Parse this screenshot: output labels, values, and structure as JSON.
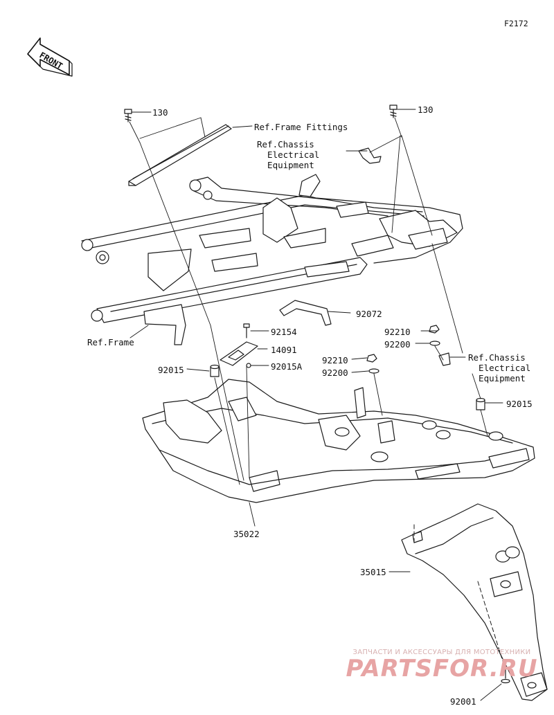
{
  "figure_code": "F2172",
  "front_label": "FRONT",
  "callouts": [
    {
      "id": "130-left",
      "text": "130"
    },
    {
      "id": "130-right",
      "text": "130"
    },
    {
      "id": "ref-frame-fittings",
      "text": "Ref.Frame Fittings"
    },
    {
      "id": "ref-chassis-top",
      "text": "Ref.Chassis\n  Electrical\n  Equipment"
    },
    {
      "id": "ref-frame",
      "text": "Ref.Frame"
    },
    {
      "id": "92072",
      "text": "92072"
    },
    {
      "id": "92154",
      "text": "92154"
    },
    {
      "id": "14091",
      "text": "14091"
    },
    {
      "id": "92015-left",
      "text": "92015"
    },
    {
      "id": "92015A",
      "text": "92015A"
    },
    {
      "id": "92210-mid",
      "text": "92210"
    },
    {
      "id": "92200-mid",
      "text": "92200"
    },
    {
      "id": "92210-right",
      "text": "92210"
    },
    {
      "id": "92200-right",
      "text": "92200"
    },
    {
      "id": "ref-chassis-right",
      "text": "Ref.Chassis\n  Electrical\n  Equipment"
    },
    {
      "id": "92015-right",
      "text": "92015"
    },
    {
      "id": "35022",
      "text": "35022"
    },
    {
      "id": "35015",
      "text": "35015"
    },
    {
      "id": "92001",
      "text": "92001"
    }
  ],
  "watermark": {
    "line1": "ЗАПЧАСТИ И АКСЕССУАРЫ ДЛЯ МОТОТЕХНИКИ",
    "line2": "PARTSFOR.RU"
  }
}
